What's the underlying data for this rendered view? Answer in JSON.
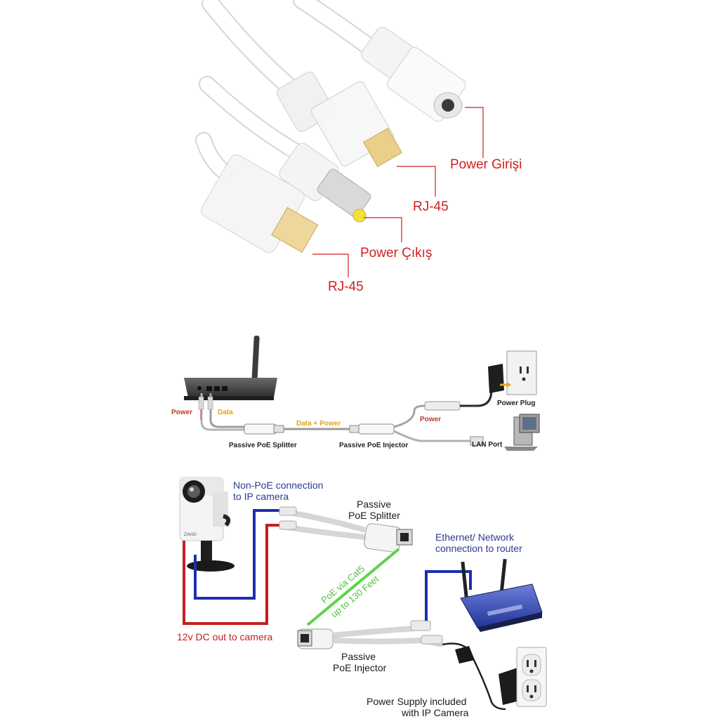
{
  "panel1": {
    "label_power_in": "Power Girişi",
    "label_rj45_a": "RJ-45",
    "label_power_out": "Power Çıkış",
    "label_rj45_b": "RJ-45",
    "accent": "#d21f1f"
  },
  "panel2": {
    "power": "Power",
    "data": "Data",
    "data_power": "Data + Power",
    "power_right": "Power",
    "power_plug": "Power Plug",
    "splitter": "Passive PoE Splitter",
    "injector": "Passive PoE Injector",
    "lan_port": "LAN Port",
    "color_power": "#c0392b",
    "color_data": "#e6a11a"
  },
  "panel3": {
    "non_poe_line1": "Non-PoE connection",
    "non_poe_line2": "to IP camera",
    "splitter_line1": "Passive",
    "splitter_line2": "PoE Splitter",
    "ethernet_line1": "Ethernet/ Network",
    "ethernet_line2": "connection to router",
    "poe_via": "PoE via Cat5",
    "up_to": "up to 130 Feet",
    "dc_out": "12v DC out to camera",
    "injector_line1": "Passive",
    "injector_line2": "PoE Injector",
    "supply_line1": "Power Supply included",
    "supply_line2": "with IP Camera",
    "camera_brand": "ZAVIO",
    "wire_blue": "#1c2fb0",
    "wire_red": "#c41f1f",
    "wire_green": "#5fd34a"
  }
}
